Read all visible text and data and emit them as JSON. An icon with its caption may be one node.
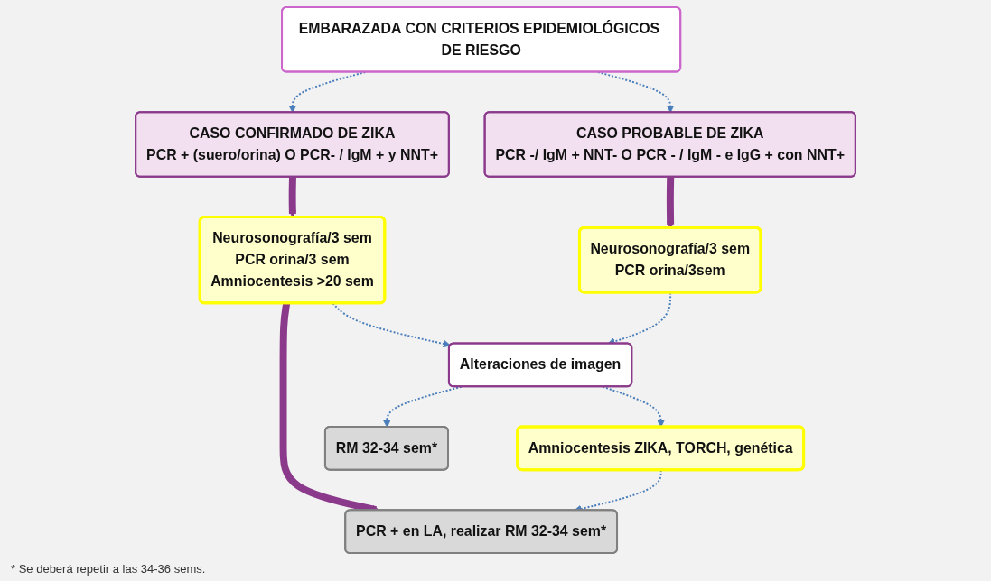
{
  "diagram": {
    "nodes": [
      {
        "text": [
          "EMBARAZADA CON CRITERIOS EPIDEMIOLÓGICOS DE RIESGO"
        ]
      },
      {
        "text": [
          "CASO CONFIRMADO DE ZIKA",
          "PCR + (suero/orina) O PCR- / IgM + y NNT+"
        ]
      },
      {
        "text": [
          "CASO PROBABLE DE ZIKA",
          "PCR -/ IgM + NNT- O PCR - / IgM - e IgG + con NNT+"
        ]
      },
      {
        "text": [
          "Neurosonografía/3 sem",
          "PCR orina/3 sem",
          "Amniocentesis >20 sem"
        ]
      },
      {
        "text": [
          "Neurosonografía/3 sem",
          "PCR orina/3sem"
        ]
      },
      {
        "text": [
          "Alteraciones de imagen"
        ]
      },
      {
        "text": [
          "PCR + en LA, realizar RM 32-34 sem*"
        ]
      },
      {
        "text": [
          "Amniocentesis ZIKA, TORCH, genética"
        ]
      },
      {
        "text": [
          "RM 32-34 sem*"
        ]
      }
    ],
    "edges": [
      {
        "from": 0,
        "to": 1,
        "arrow": "to",
        "style": "dashed"
      },
      {
        "from": 0,
        "to": 2,
        "arrow": "to",
        "style": "dashed"
      },
      {
        "from": 1,
        "to": 3,
        "arrow": "to",
        "style": "thick",
        "color": "#8b3a8b"
      },
      {
        "from": 2,
        "to": 4,
        "arrow": "to",
        "style": "thick",
        "color": "#8b3a8b"
      },
      {
        "from": 3,
        "to": 5,
        "arrow": "to",
        "style": "dashed"
      },
      {
        "from": 4,
        "to": 5,
        "arrow": "to",
        "style": "dashed"
      },
      {
        "from": 3,
        "to": 6,
        "arrow": "to",
        "style": "thick",
        "color": "#8b3a8b"
      },
      {
        "from": 5,
        "to": 7,
        "arrow": "to",
        "style": "dashed"
      },
      {
        "from": 5,
        "to": 8,
        "arrow": "to",
        "style": "dashed"
      },
      {
        "from": 7,
        "to": 6,
        "arrow": "to",
        "style": "dashed"
      }
    ],
    "labels": [
      "* Se deberá repetir a las 34-36 sems."
    ]
  }
}
